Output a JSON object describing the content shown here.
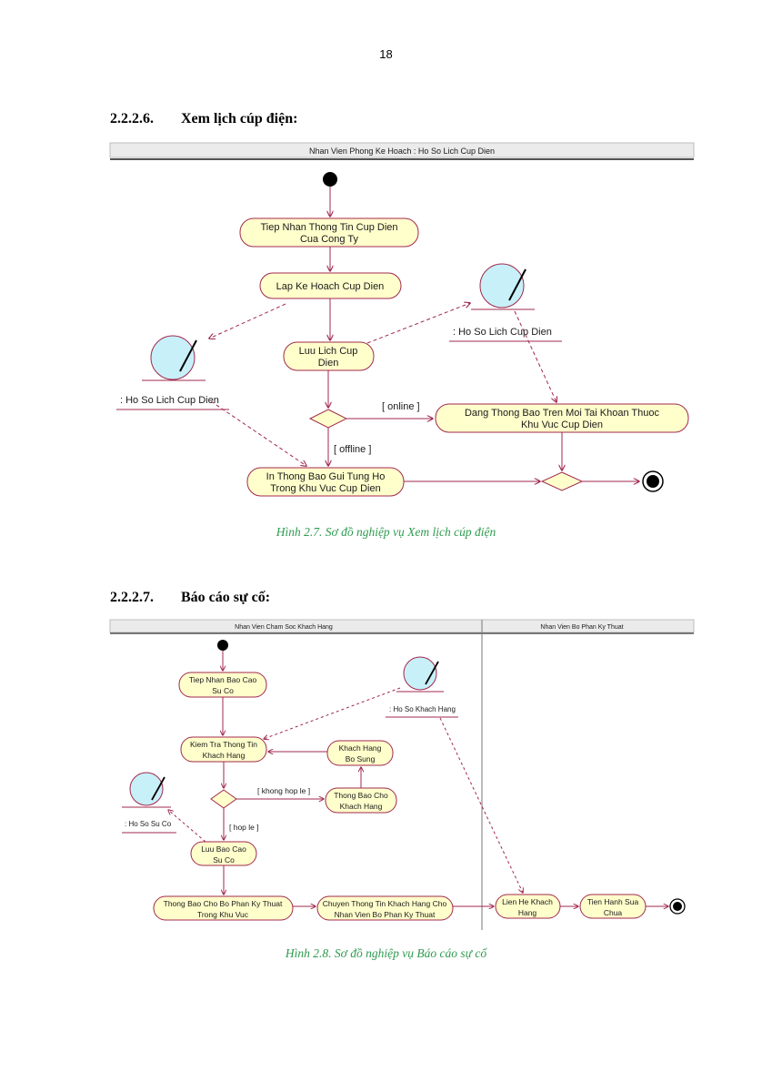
{
  "page_number": "18",
  "section1": {
    "number": "2.2.2.6.",
    "title": "Xem lịch cúp điện:",
    "caption": "Hình 2.7. Sơ đồ nghiệp vụ Xem lịch cúp điện",
    "swimlane": "Nhan Vien Phong Ke Hoach : Ho So Lich Cup Dien",
    "nodes": {
      "a1": [
        "Tiep Nhan Thong Tin Cup Dien",
        "Cua Cong Ty"
      ],
      "a2": "Lap Ke Hoach Cup Dien",
      "a3": [
        "Luu Lich Cup",
        "Dien"
      ],
      "a4": [
        "Dang Thong Bao Tren Moi Tai Khoan Thuoc",
        "Khu Vuc Cup Dien"
      ],
      "a5": [
        "In Thong Bao Gui Tung Ho",
        "Trong Khu Vuc Cup Dien"
      ],
      "obj_left": ": Ho So Lich Cup Dien",
      "obj_right": ": Ho So Lich Cup Dien"
    },
    "guards": {
      "online": "[ online ]",
      "offline": "[ offline ]"
    }
  },
  "section2": {
    "number": "2.2.2.7.",
    "title": "Báo cáo sự cố:",
    "caption": "Hình 2.8. Sơ đồ nghiệp vụ Báo cáo sự cố",
    "lane_left": "Nhan Vien Cham Soc Khach Hang",
    "lane_right": "Nhan Vien Bo Phan Ky Thuat",
    "nodes": {
      "b1": [
        "Tiep Nhan Bao Cao",
        "Su Co"
      ],
      "b2": [
        "Kiem Tra Thong Tin",
        "Khach Hang"
      ],
      "b3": [
        "Khach Hang",
        "Bo Sung"
      ],
      "b4": [
        "Thong Bao Cho",
        "Khach Hang"
      ],
      "b5": [
        "Luu Bao Cao",
        "Su Co"
      ],
      "b6": [
        "Thong Bao Cho Bo Phan Ky Thuat",
        "Trong Khu Vuc"
      ],
      "b7": [
        "Chuyen Thong Tin Khach Hang Cho",
        "Nhan Vien Bo Phan Ky Thuat"
      ],
      "b8": [
        "Lien He Khach",
        "Hang"
      ],
      "b9": [
        "Tien Hanh Sua",
        "Chua"
      ],
      "obj_customer": ": Ho So Khach Hang",
      "obj_incident": ": Ho So Su Co"
    },
    "guards": {
      "invalid": "[ khong hop le ]",
      "valid": "[ hop le ]"
    }
  },
  "colors": {
    "node_fill": "#ffffcc",
    "node_stroke": "#a0284e",
    "object_fill": "#c8f0f8",
    "caption": "#2e9b4f"
  }
}
